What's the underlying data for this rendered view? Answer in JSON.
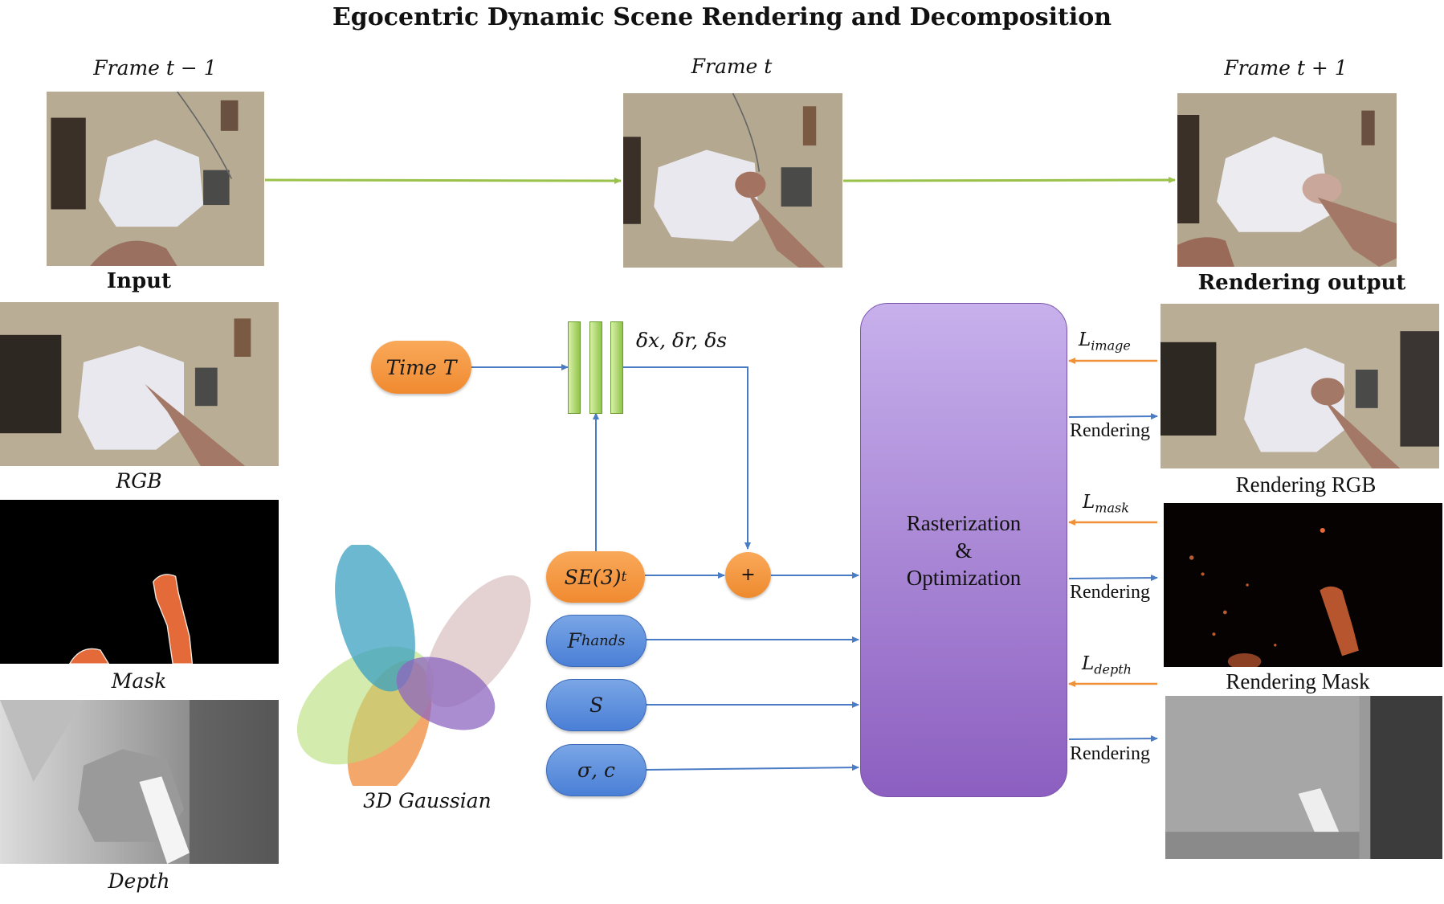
{
  "title": "Egocentric Dynamic Scene Rendering and Decomposition",
  "frames": {
    "prev": "Frame t − 1",
    "current": "Frame t",
    "next": "Frame t + 1"
  },
  "input": {
    "heading": "Input",
    "rgb": "RGB",
    "mask": "Mask",
    "depth": "Depth"
  },
  "center": {
    "time": "Time T",
    "deltas": "δx, δr, δs",
    "se3_base": "SE(3)",
    "se3_sub": "t",
    "plus": "+",
    "f_hands_base": "F",
    "f_hands_sub": "hands",
    "s": "S",
    "sigma_c": "σ, c",
    "gaussian": "3D Gaussian"
  },
  "raster": {
    "line1": "Rasterization",
    "line2": "&",
    "line3": "Optimization"
  },
  "losses": {
    "base": "L",
    "image_sub": "image",
    "mask_sub": "mask",
    "depth_sub": "depth"
  },
  "rendering": "Rendering",
  "output": {
    "heading": "Rendering output",
    "rgb": "Rendering  RGB",
    "mask": "Rendering Mask"
  },
  "colors": {
    "flow_arrow": "#9ac24a",
    "blue_arrow": "#4a7cc6",
    "orange_arrow": "#f0913a",
    "pill_orange": "#f5973f",
    "pill_blue": "#5b8ddc",
    "raster_top": "#c7b0ec",
    "raster_bottom": "#8c5fc0",
    "mlp_green": "#a8d36a"
  }
}
